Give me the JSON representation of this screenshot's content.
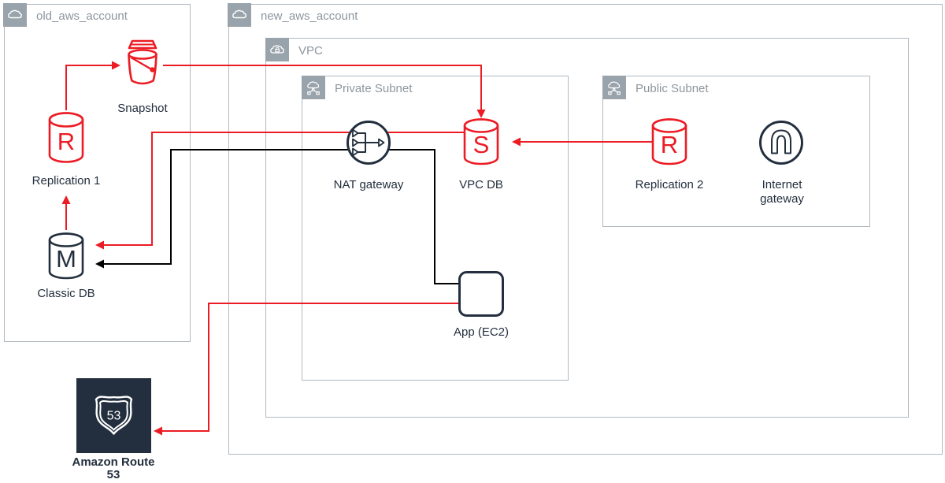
{
  "groups": {
    "old_account": {
      "label": "old_aws_account"
    },
    "new_account": {
      "label": "new_aws_account"
    },
    "vpc": {
      "label": "VPC"
    },
    "private_subnet": {
      "label": "Private Subnet"
    },
    "public_subnet": {
      "label": "Public Subnet"
    }
  },
  "nodes": {
    "snapshot": {
      "label": "Snapshot"
    },
    "replication1": {
      "label": "Replication 1",
      "letter": "R"
    },
    "classic_db": {
      "label": "Classic DB",
      "letter": "M"
    },
    "nat_gateway": {
      "label": "NAT gateway"
    },
    "vpc_db": {
      "label": "VPC DB",
      "letter": "S"
    },
    "app_ec2": {
      "label": "App (EC2)"
    },
    "replication2": {
      "label": "Replication 2",
      "letter": "R"
    },
    "internet_gateway": {
      "label_line1": "Internet",
      "label_line2": "gateway"
    },
    "route53": {
      "label_line1": "Amazon Route",
      "label_line2": "53",
      "badge": "53"
    }
  },
  "connections": [
    {
      "from": "classic_db",
      "to": "replication1",
      "color": "red"
    },
    {
      "from": "replication1",
      "to": "snapshot",
      "color": "red"
    },
    {
      "from": "snapshot",
      "to": "vpc_db",
      "color": "red"
    },
    {
      "from": "replication2",
      "to": "vpc_db",
      "color": "red"
    },
    {
      "from": "vpc_db",
      "to": "classic_db",
      "color": "red",
      "via": "nat_gateway"
    },
    {
      "from": "app_ec2",
      "to": "route53",
      "color": "red"
    },
    {
      "from": "app_ec2",
      "to": "classic_db",
      "color": "black",
      "via": "nat_gateway"
    }
  ],
  "colors": {
    "red": "#ec1c24",
    "navy": "#232f3e",
    "group_icon_fill": "#99a3ab",
    "group_border": "#b0b9c0",
    "group_title_text": "#8d969e",
    "black_line": "#000000"
  }
}
